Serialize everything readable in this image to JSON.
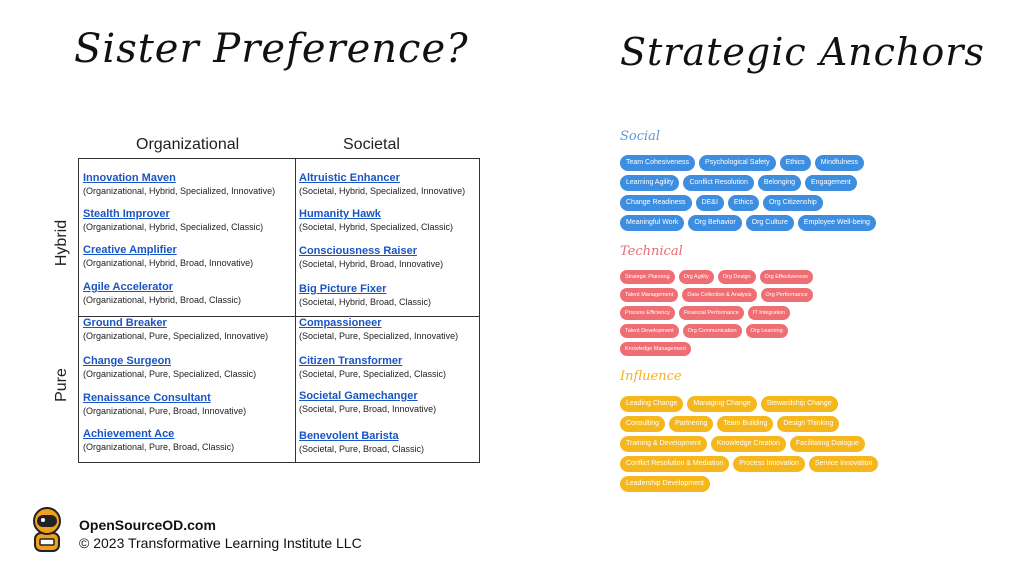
{
  "titles": {
    "left": "Sister Preference?",
    "right": "Strategic Anchors"
  },
  "matrix": {
    "columns": [
      "Organizational",
      "Societal"
    ],
    "rows": [
      "Hybrid",
      "Pure"
    ],
    "cells": {
      "org_hybrid": [
        {
          "name": "Innovation Maven",
          "desc": "(Organizational, Hybrid, Specialized, Innovative)"
        },
        {
          "name": "Stealth Improver",
          "desc": "(Organizational, Hybrid, Specialized, Classic)"
        },
        {
          "name": "Creative Amplifier",
          "desc": "(Organizational, Hybrid, Broad, Innovative)"
        },
        {
          "name": "Agile Accelerator",
          "desc": "(Organizational, Hybrid, Broad, Classic)"
        }
      ],
      "soc_hybrid": [
        {
          "name": "Altruistic Enhancer",
          "desc": "(Societal, Hybrid, Specialized, Innovative)"
        },
        {
          "name": "Humanity Hawk",
          "desc": "(Societal, Hybrid, Specialized, Classic)"
        },
        {
          "name": "Consciousness Raiser",
          "desc": "(Societal, Hybrid, Broad, Innovative)"
        },
        {
          "name": "Big Picture Fixer",
          "desc": "(Societal, Hybrid, Broad, Classic)"
        }
      ],
      "org_pure": [
        {
          "name": "Ground Breaker",
          "desc": "(Organizational, Pure, Specialized, Innovative)"
        },
        {
          "name": "Change Surgeon",
          "desc": "(Organizational, Pure, Specialized, Classic)"
        },
        {
          "name": "Renaissance Consultant",
          "desc": "(Organizational, Pure, Broad, Innovative)"
        },
        {
          "name": "Achievement Ace",
          "desc": "(Organizational, Pure, Broad, Classic)"
        }
      ],
      "soc_pure": [
        {
          "name": "Compassioneer",
          "desc": "(Societal, Pure, Specialized, Innovative)"
        },
        {
          "name": "Citizen Transformer",
          "desc": "(Societal, Pure, Specialized, Classic)"
        },
        {
          "name": "Societal Gamechanger",
          "desc": "(Societal, Pure, Broad, Innovative)"
        },
        {
          "name": "Benevolent Barista",
          "desc": "(Societal, Pure, Broad, Classic)"
        }
      ]
    }
  },
  "anchors": {
    "social": {
      "label": "Social",
      "color": "#3d8ee0",
      "items": [
        "Team Cohesiveness",
        "Psychological Safety",
        "Ethics",
        "Mindfulness",
        "Learning Agility",
        "Conflict Resolution",
        "Belonging",
        "Engagement",
        "Change Readiness",
        "DE&I",
        "Ethics",
        "Org Citizenship",
        "Meaningful Work",
        "Org Behavior",
        "Org Culture",
        "Employee Well-being"
      ]
    },
    "technical": {
      "label": "Technical",
      "color": "#ee6e73",
      "items": [
        "Strategic Planning",
        "Org Agility",
        "Org Design",
        "Org Effectiveness",
        "Talent Management",
        "Data Collection & Analysis",
        "Org Performance",
        "Process Efficiency",
        "Financial Performance",
        "IT Integration",
        "Talent Development",
        "Org Communication",
        "Org Learning",
        "Knowledge Management"
      ]
    },
    "influence": {
      "label": "Influence",
      "color": "#f6b71c",
      "items": [
        "Leading Change",
        "Managing Change",
        "Stewardship Change",
        "Consulting",
        "Partnering",
        "Team Building",
        "Design Thinking",
        "Training & Development",
        "Knowledge Creation",
        "Facilitating Dialogue",
        "Conflict Resolution & Mediation",
        "Process Innovation",
        "Service Innovation",
        "Leadership Development"
      ]
    }
  },
  "footer": {
    "logo_icon": "astronaut-icon",
    "site": "OpenSourceOD.com",
    "copyright": "© 2023 Transformative Learning Institute LLC"
  }
}
